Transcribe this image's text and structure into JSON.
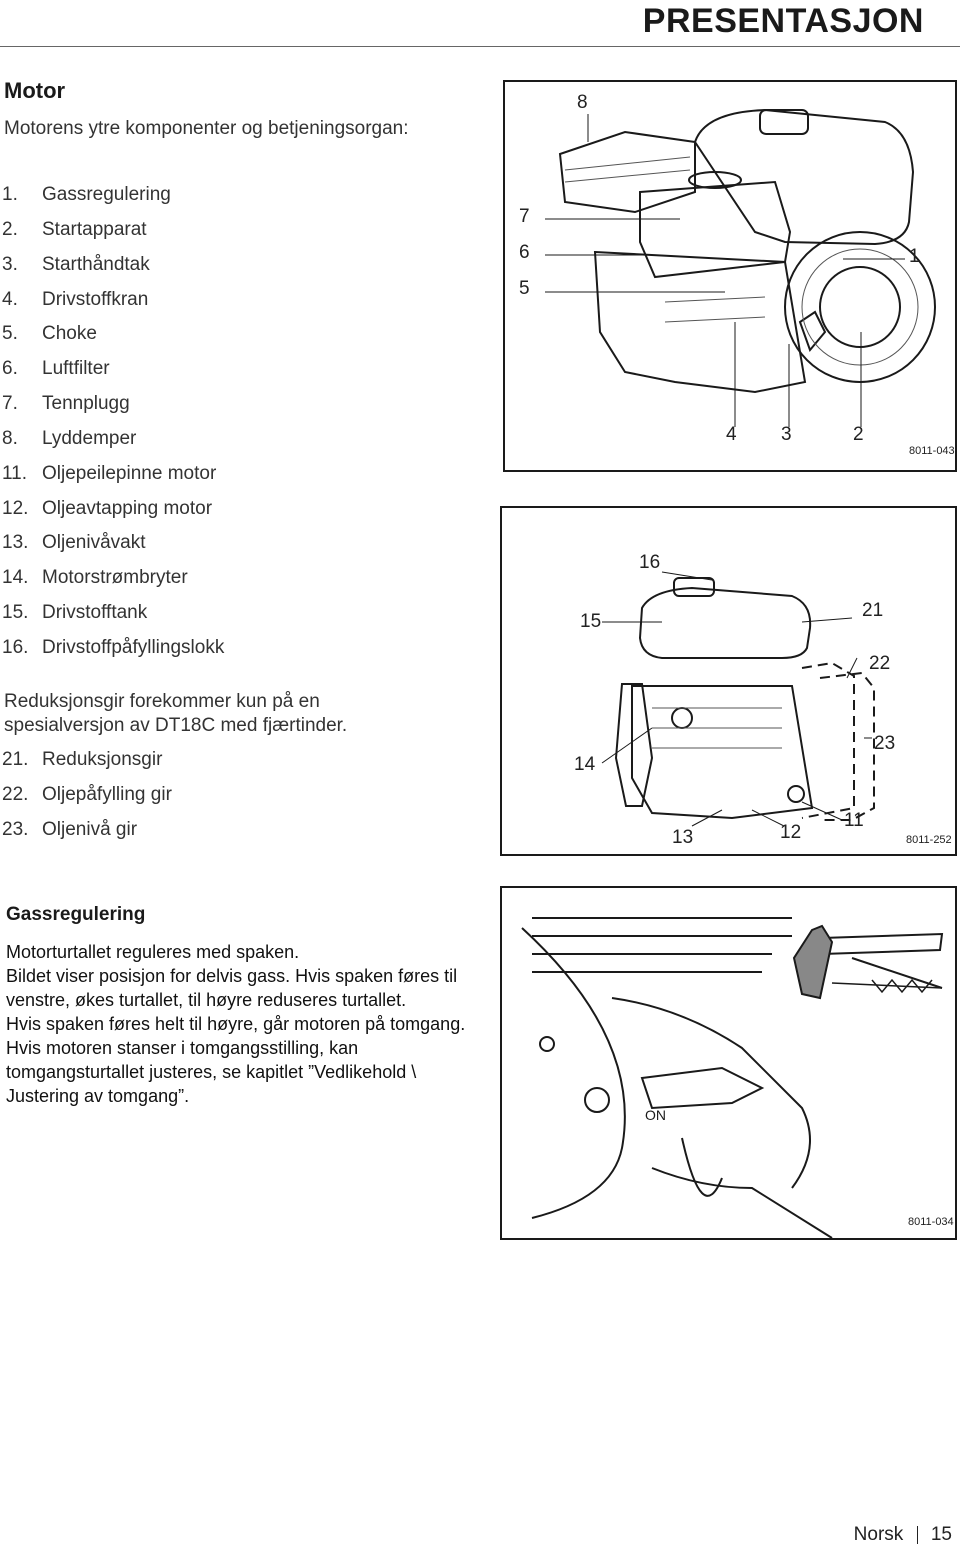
{
  "header": {
    "title": "PRESENTASJON"
  },
  "motor": {
    "heading": "Motor",
    "intro": "Motorens ytre komponenter og betjeningsorgan:",
    "parts": [
      {
        "num": "1.",
        "label": "Gassregulering"
      },
      {
        "num": "2.",
        "label": "Startapparat"
      },
      {
        "num": "3.",
        "label": "Starthåndtak"
      },
      {
        "num": "4.",
        "label": "Drivstoffkran"
      },
      {
        "num": "5.",
        "label": "Choke"
      },
      {
        "num": "6.",
        "label": "Luftfilter"
      },
      {
        "num": "7.",
        "label": "Tennplugg"
      },
      {
        "num": "8.",
        "label": "Lyddemper"
      },
      {
        "num": "11.",
        "label": "Oljepeilepinne motor"
      },
      {
        "num": "12.",
        "label": "Oljeavtapping motor"
      },
      {
        "num": "13.",
        "label": "Oljenivåvakt"
      },
      {
        "num": "14.",
        "label": "Motorstrømbryter"
      },
      {
        "num": "15.",
        "label": "Drivstofftank"
      },
      {
        "num": "16.",
        "label": "Drivstoffpåfyllingslokk"
      }
    ],
    "note_line1": "Reduksjonsgir forekommer kun på en",
    "note_line2": "spesialversjon av DT18C med fjærtinder.",
    "gear_parts": [
      {
        "num": "21.",
        "label": "Reduksjonsgir"
      },
      {
        "num": "22.",
        "label": "Oljepåfylling gir"
      },
      {
        "num": "23.",
        "label": "Oljenivå gir"
      }
    ]
  },
  "figure1": {
    "code": "8011-043",
    "callouts": {
      "c8": "8",
      "c7": "7",
      "c6": "6",
      "c5": "5",
      "c1": "1",
      "c4": "4",
      "c3": "3",
      "c2": "2"
    }
  },
  "figure2": {
    "code": "8011-252",
    "callouts": {
      "c16": "16",
      "c15": "15",
      "c21": "21",
      "c22": "22",
      "c23": "23",
      "c14": "14",
      "c13": "13",
      "c12": "12",
      "c11": "11"
    }
  },
  "gassregulering": {
    "heading": "Gassregulering",
    "paragraphs": [
      "Motorturtallet reguleres med spaken.",
      "Bildet viser posisjon for delvis gass. Hvis spaken føres til venstre, økes turtallet, til høyre reduseres turtallet.",
      "Hvis spaken føres helt til høyre, går motoren på tomgang. Hvis motoren stanser i tomgangsstilling, kan tomgangsturtallet justeres, se kapitlet ”Vedlikehold \\ Justering av tomgang”."
    ]
  },
  "figure3": {
    "code": "8011-034",
    "lever_markings": [
      "ON"
    ]
  },
  "footer": {
    "language": "Norsk",
    "page": "15"
  }
}
